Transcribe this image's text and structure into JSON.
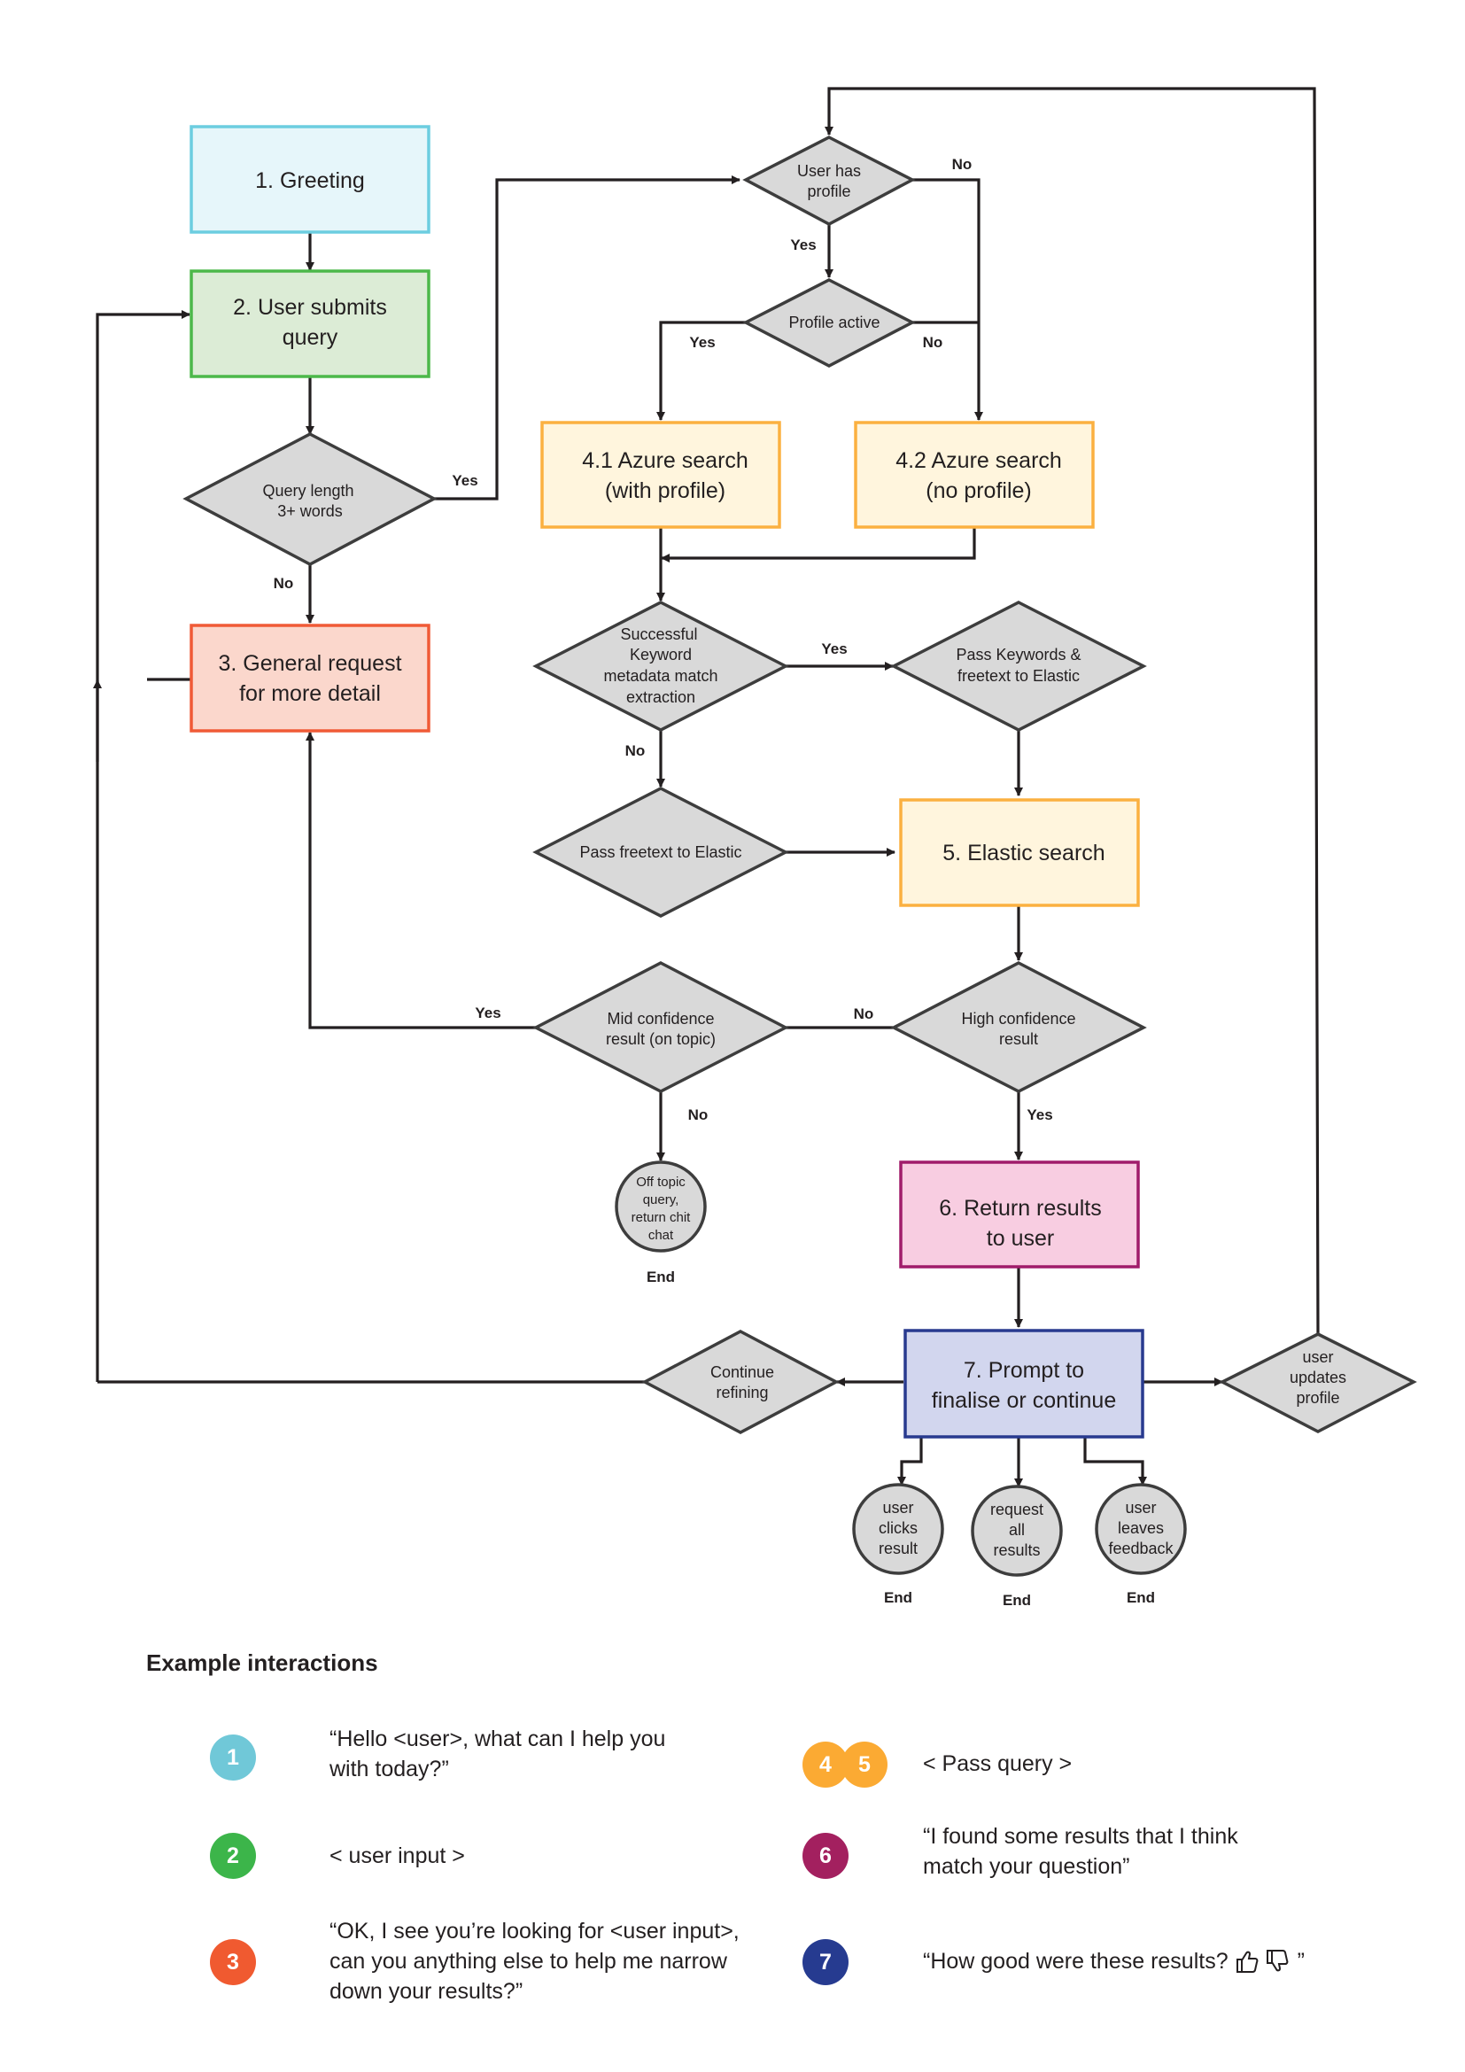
{
  "diagram": {
    "nodes": {
      "greeting": "1. Greeting",
      "user_submits": [
        "2. User submits",
        "query"
      ],
      "query_length": [
        "Query length",
        "3+ words"
      ],
      "general_request": [
        "3. General request",
        "for more detail"
      ],
      "user_has_profile": [
        "User has",
        "profile"
      ],
      "profile_active": "Profile active",
      "azure_with_profile": [
        "4.1 Azure search",
        "(with profile)"
      ],
      "azure_no_profile": [
        "4.2 Azure search",
        "(no profile)"
      ],
      "keyword_extraction": [
        "Successful",
        "Keyword",
        "metadata match",
        "extraction"
      ],
      "pass_keywords": [
        "Pass Keywords &",
        "freetext to Elastic"
      ],
      "pass_freetext": "Pass freetext to Elastic",
      "elastic_search": "5. Elastic search",
      "mid_confidence": [
        "Mid confidence",
        "result (on topic)"
      ],
      "high_confidence": [
        "High confidence",
        "result"
      ],
      "off_topic": [
        "Off topic",
        "query,",
        "return chit",
        "chat"
      ],
      "return_results": [
        "6. Return results",
        "to user"
      ],
      "prompt_finalise": [
        "7. Prompt to",
        "finalise or continue"
      ],
      "continue_refining": [
        "Continue",
        "refining"
      ],
      "user_updates_profile": [
        "user",
        "updates",
        "profile"
      ],
      "user_clicks_result": [
        "user",
        "clicks",
        "result"
      ],
      "request_all_results": [
        "request",
        "all",
        "results"
      ],
      "user_leaves_feedback": [
        "user",
        "leaves",
        "feedback"
      ]
    },
    "edge_labels": {
      "yes": "Yes",
      "no": "No"
    },
    "end_label": "End",
    "colors": {
      "greeting_fill": "#e6f6fa",
      "greeting_stroke": "#6ccde0",
      "submit_fill": "#dcecd6",
      "submit_stroke": "#4cb84a",
      "general_fill": "#fbd7cc",
      "general_stroke": "#f05a36",
      "azure_fill": "#fff5dd",
      "azure_stroke": "#fbb040",
      "return_fill": "#f8cde1",
      "return_stroke": "#a01c6a",
      "prompt_fill": "#d2d6ee",
      "prompt_stroke": "#283a8f",
      "decision_fill": "#d9d9d9"
    }
  },
  "examples": {
    "heading": "Example interactions",
    "items": [
      {
        "badges": [
          {
            "num": "1",
            "color": "#70c8d8"
          }
        ],
        "lines": [
          "“Hello <user>, what can I help you",
          "with today?”"
        ]
      },
      {
        "badges": [
          {
            "num": "2",
            "color": "#3cb54a"
          }
        ],
        "lines": [
          "< user input >"
        ]
      },
      {
        "badges": [
          {
            "num": "3",
            "color": "#f05a30"
          }
        ],
        "lines": [
          "“OK, I see you’re looking for <user input>,",
          "can you anything else to help me narrow",
          "down your results?”"
        ]
      },
      {
        "badges": [
          {
            "num": "4",
            "color": "#fbaa33"
          },
          {
            "num": "5",
            "color": "#fbaa33"
          }
        ],
        "lines": [
          "< Pass query >"
        ]
      },
      {
        "badges": [
          {
            "num": "6",
            "color": "#a3205f"
          }
        ],
        "lines": [
          "“I found some results that I think",
          "match your question”"
        ]
      },
      {
        "badges": [
          {
            "num": "7",
            "color": "#263b90"
          }
        ],
        "lines": [
          "“How good were these results?",
          "”"
        ],
        "icons": [
          "thumbs-up-icon",
          "thumbs-down-icon"
        ]
      }
    ]
  }
}
